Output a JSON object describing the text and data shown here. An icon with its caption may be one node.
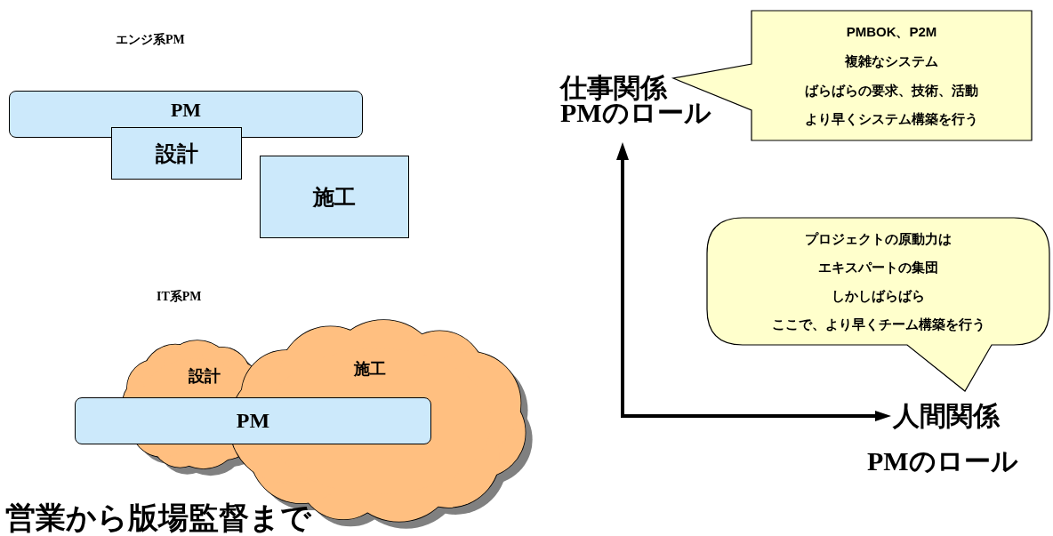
{
  "diagram": {
    "nodes": [
      {
        "text": [
          "PM"
        ]
      },
      {
        "text": [
          "設計"
        ]
      },
      {
        "text": [
          "施工"
        ]
      },
      {
        "text": [
          "設計"
        ]
      },
      {
        "text": [
          "施工"
        ]
      },
      {
        "text": [
          "PM"
        ]
      },
      {
        "text": [
          "PMBOK、P2M",
          "複雑なシステム",
          "ばらばらの要求、技術、活動",
          "より早くシステム構築を行う"
        ]
      },
      {
        "text": [
          "プロジェクトの原動力は",
          "エキスパートの集団",
          "しかしばらばら",
          "ここで、より早くチーム構築を行う"
        ]
      }
    ],
    "labels": [
      "エンジ系PM",
      "IT系PM",
      "仕事関係",
      "PMのロール",
      "人間関係",
      "PMのロール",
      "営業から版場監督まで"
    ]
  }
}
